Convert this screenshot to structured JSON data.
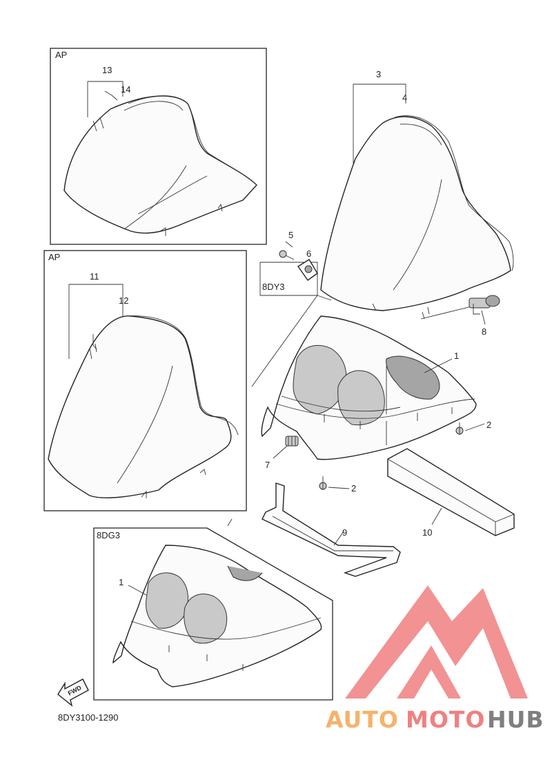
{
  "diagram": {
    "code": "8DY3100-1290",
    "boxes": {
      "top": "AP",
      "middle": "AP",
      "small": "8DY3",
      "bottom": "8DG3"
    },
    "fwd_label": "FWD",
    "callouts": {
      "c1": "1",
      "c1b": "1",
      "c2": "2",
      "c2b": "2",
      "c3": "3",
      "c4": "4",
      "c5": "5",
      "c6": "6",
      "c7": "7",
      "c8": "8",
      "c9": "9",
      "c10": "10",
      "c11": "11",
      "c12": "12",
      "c13": "13",
      "c14": "14"
    }
  },
  "watermark": {
    "part1": "AUTO",
    "part2": "MOTO",
    "part3": "HUB",
    "colors": {
      "orange": "#f6b26b",
      "red": "#f08080",
      "gray": "#7f7f7f"
    }
  }
}
